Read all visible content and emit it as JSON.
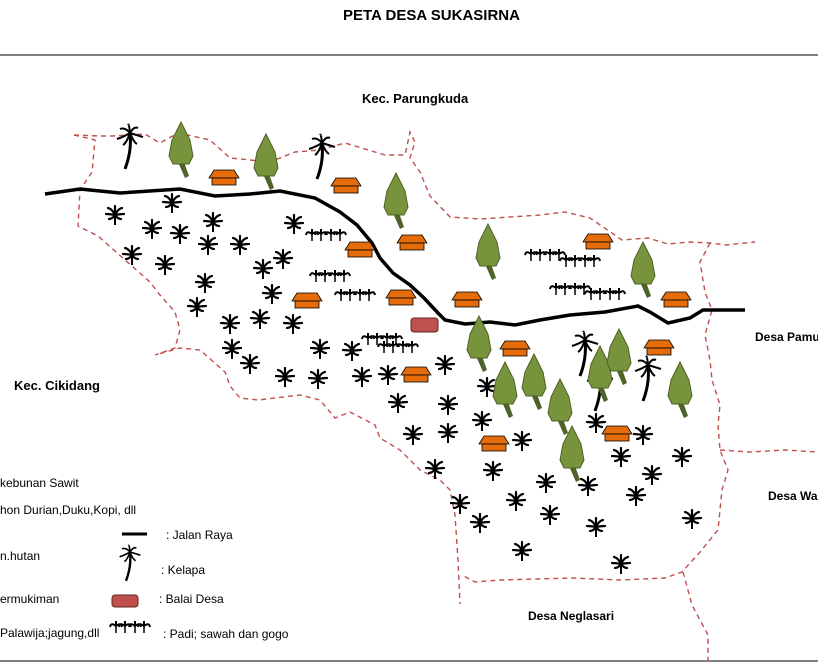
{
  "map": {
    "title": "PETA DESA SUKASIRNA",
    "neighbors": {
      "north": "Kec. Parungkuda",
      "west": "Kec. Cikidang",
      "east": "Desa Pamu",
      "southeast": "Desa Wa",
      "south": "Desa Neglasari"
    }
  },
  "legend": {
    "sawit": "kebunan Sawit",
    "pohon": "hon Durian,Duku,Kopi, dll",
    "hutan": "n.hutan",
    "permukiman": "ermukiman",
    "palawija": "Palawija;jagung,dll",
    "jalan": ": Jalan Raya",
    "kelapa": ": Kelapa",
    "balai": ": Balai Desa",
    "padi": ": Padi; sawah dan gogo"
  },
  "colors": {
    "boundary": "#c0504d",
    "road": "#000000",
    "house": "#e46c0a",
    "balai": "#c0504d",
    "tree": "#77933c"
  },
  "icons": [
    "road-line",
    "coconut-palm-icon",
    "tree-icon",
    "oil-palm-icon",
    "house-icon",
    "rice-paddy-icon",
    "village-hall-icon"
  ]
}
